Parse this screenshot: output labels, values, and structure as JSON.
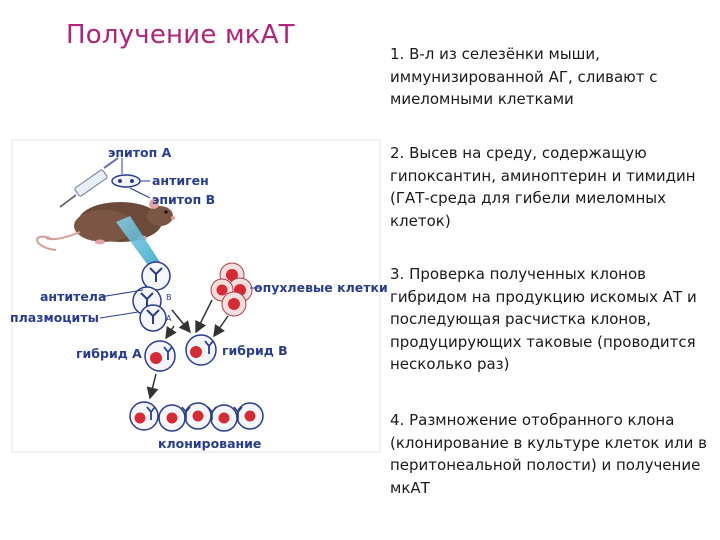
{
  "title": "Получение мкАТ",
  "steps": [
    "1. В-л из селезёнки мыши, иммунизированной АГ, сливают с миеломными клетками",
    "2. Высев на среду, содержащую гипоксантин, аминоптерин и тимидин (ГАТ-среда для гибели миеломных клеток)",
    "3. Проверка полученных клонов гибридом на продукцию искомых АТ и последующая расчистка клонов, продуцирующих таковые (проводится несколько раз)",
    "4. Размножение отобранного клона (клонирование в культуре клеток или в перитонеальной полости) и получение мкАТ"
  ],
  "figure": {
    "labels": {
      "epitope_a": "эпитоп А",
      "antigen": "антиген",
      "epitope_b": "эпитоп В",
      "tumor_cells": "опухлевые клетки",
      "antibodies": "антитела",
      "plasmocytes": "плазмоциты",
      "hybrid_a": "гибрид А",
      "hybrid_b": "гибрид В",
      "cloning": "клонирование",
      "cell_a": "A",
      "cell_b": "B"
    },
    "colors": {
      "label_blue": "#2a3c8f",
      "title_magenta": "#b0247a",
      "tumor_red": "#d62a35",
      "arrow_teal": "#2aa3c9"
    }
  }
}
